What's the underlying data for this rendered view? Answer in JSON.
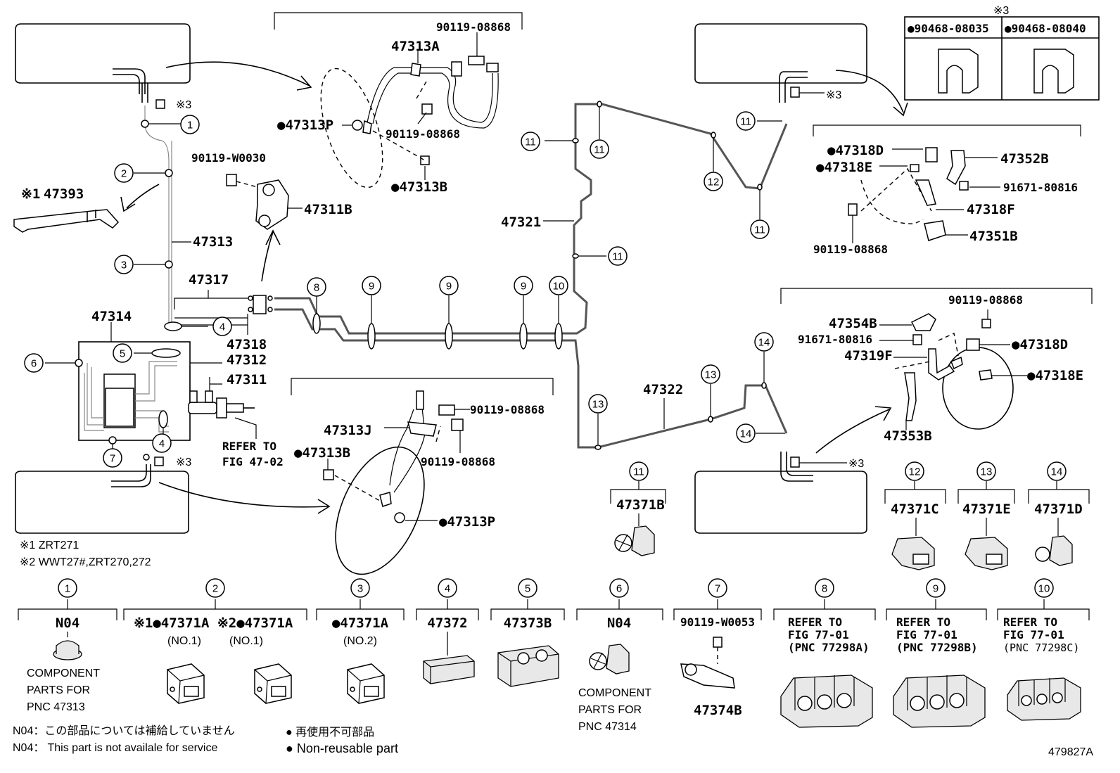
{
  "diagram_id": "479827A",
  "labels": {
    "top_hose_assy": {
      "pn_a": "90119-08868",
      "pn_b": "47313A",
      "pn_c": "●47313P",
      "pn_d": "90119-08868",
      "pn_e": "●47313B"
    },
    "clamp_left": {
      "pn_a": "90119-W0030",
      "pn_b": "47311B"
    },
    "left_column": {
      "n1": "47393",
      "n1_note": "※1",
      "n2": "47313",
      "n3": "47317",
      "n4": "47314",
      "n5": "47318",
      "n6": "47312",
      "n7": "47311",
      "refer": "REFER TO",
      "refer2": "FIG 47-02"
    },
    "mid_assy": {
      "pn_a": "90119-08868",
      "pn_b": "47313J",
      "pn_c": "●47313B",
      "pn_d": "90119-08868",
      "pn_e": "●47313P"
    },
    "right_tubes": {
      "pn_a": "47321",
      "pn_b": "47322"
    },
    "tr_table": {
      "star": "※3",
      "col1": "●90468-08035",
      "col2": "●90468-08040"
    },
    "tr_assy": {
      "pn_a": "●47318D",
      "pn_b": "●47318E",
      "pn_c": "47352B",
      "pn_d": "91671-80816",
      "pn_e": "47318F",
      "pn_f": "47351B",
      "pn_g": "90119-08868"
    },
    "mr_assy": {
      "pn_a": "90119-08868",
      "pn_b": "47354B",
      "pn_c": "91671-80816",
      "pn_d": "●47318D",
      "pn_e": "47319F",
      "pn_f": "●47318E",
      "pn_g": "47353B"
    },
    "small_clips": {
      "c11": "47371B",
      "c12": "47371C",
      "c13": "47371E",
      "c14": "47371D"
    },
    "star3": "※3",
    "notes": {
      "n1": "※1 ZRT271",
      "n2": "※2 WWT27#,ZRT270,272"
    },
    "bottom_row": [
      {
        "num": "1",
        "l1": "N04",
        "l2": "",
        "t1": "COMPONENT",
        "t2": "PARTS FOR",
        "t3": "PNC 47313"
      },
      {
        "num": "2",
        "l1": "※1●47371A ※2●47371A",
        "l2": "(NO.1)         (NO.1)"
      },
      {
        "num": "3",
        "l1": "●47371A",
        "l2": "(NO.2)"
      },
      {
        "num": "4",
        "l1": "47372"
      },
      {
        "num": "5",
        "l1": "47373B"
      },
      {
        "num": "6",
        "l1": "N04",
        "t1": "COMPONENT",
        "t2": "PARTS FOR",
        "t3": "PNC 47314"
      },
      {
        "num": "7",
        "l1": "90119-W0053",
        "l2": "47374B"
      },
      {
        "num": "8",
        "l1": "REFER TO",
        "l2": "FIG 77-01",
        "l3": "(PNC 77298A)"
      },
      {
        "num": "9",
        "l1": "REFER TO",
        "l2": "FIG 77-01",
        "l3": "(PNC 77298B)"
      },
      {
        "num": "10",
        "l1": "REFER TO",
        "l2": "FIG 77-01",
        "l3": "(PNC 77298C)"
      }
    ],
    "legend": {
      "jp1": "N04：この部品については補給していません",
      "en1": "N04： This part is not availale for service",
      "jp2": "● 再使用不可部品",
      "en2": "● Non-reusable part"
    },
    "callouts": {
      "c1": "1",
      "c2": "2",
      "c3": "3",
      "c4": "4",
      "c5": "5",
      "c6": "6",
      "c7": "7",
      "c8": "8",
      "c9": "9",
      "c10": "10",
      "c11": "11",
      "c12": "12",
      "c13": "13",
      "c14": "14"
    }
  }
}
